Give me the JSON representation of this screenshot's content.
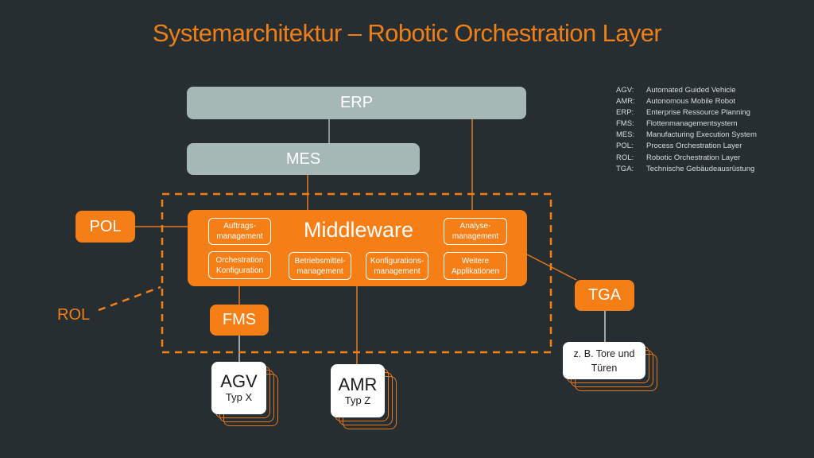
{
  "title": "Systemarchitektur – Robotic Orchestration Layer",
  "colors": {
    "background": "#272e32",
    "accent_orange": "#f57f16",
    "gray_box": "#a5b8b6",
    "text_white": "#ffffff",
    "legend_text": "#d8dcdc"
  },
  "nodes": {
    "erp": "ERP",
    "mes": "MES",
    "pol": "POL",
    "rol": "ROL",
    "fms": "FMS",
    "tga": "TGA",
    "middleware": {
      "title": "Middleware",
      "modules": [
        "Auftrags-\nmanagement",
        "Analyse-\nmanagement",
        "Orchestration\nKonfiguration",
        "Betriebsmittel-\nmanagement",
        "Konfigurations-\nmanagement",
        "Weitere\nApplikationen"
      ]
    },
    "agv": {
      "title": "AGV",
      "subtitle": "Typ X"
    },
    "amr": {
      "title": "AMR",
      "subtitle": "Typ Z"
    },
    "tga_devices": "z. B. Tore und\nTüren"
  },
  "legend": [
    {
      "abbr": "AGV:",
      "text": "Automated Guided Vehicle"
    },
    {
      "abbr": "AMR:",
      "text": "Autonomous Mobile Robot"
    },
    {
      "abbr": "ERP:",
      "text": "Enterprise Ressource Planning"
    },
    {
      "abbr": "FMS:",
      "text": "Flottenmanagementsystem"
    },
    {
      "abbr": "MES:",
      "text": "Manufacturing Execution System"
    },
    {
      "abbr": "POL:",
      "text": "Process Orchestration Layer"
    },
    {
      "abbr": "ROL:",
      "text": "Robotic Orchestration Layer"
    },
    {
      "abbr": "TGA:",
      "text": "Technische Gebäudeausrüstung"
    }
  ]
}
